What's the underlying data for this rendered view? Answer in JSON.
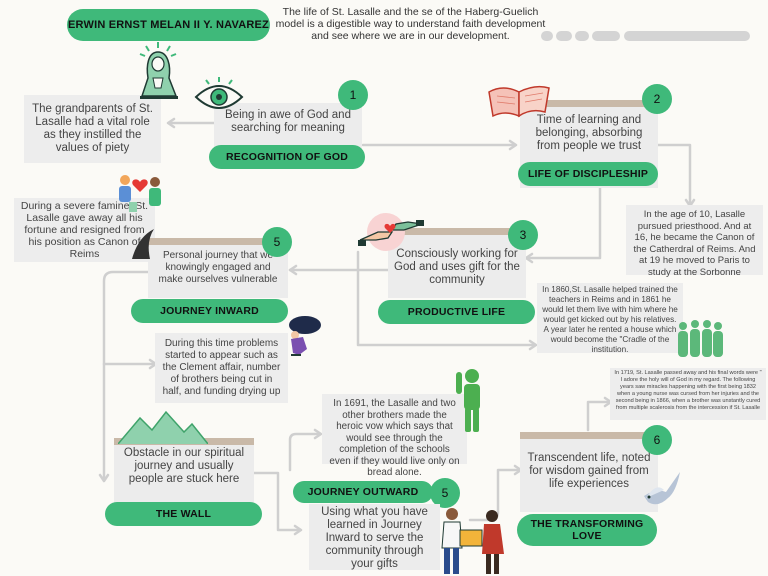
{
  "header": {
    "author": "ERWIN ERNST MELAN II Y. NAVAREZ",
    "description": "The life of St. Lasalle and the se of the Haberg-Guelich model is a digestible way to understand faith development and see where we are in our development."
  },
  "stages": [
    {
      "number": "1",
      "title": "RECOGNITION OF GOD",
      "text": "Being in awe of God and searching for meaning"
    },
    {
      "number": "2",
      "title": "LIFE OF DISCIPLESHIP",
      "text": "Time of learning and belonging, absorbing from people we trust"
    },
    {
      "number": "3",
      "title": "PRODUCTIVE LIFE",
      "text": "Consciously working for God and uses gift for the community"
    },
    {
      "number": "5",
      "title": "JOURNEY INWARD",
      "text": "Personal journey that we knowingly engaged and make ourselves vulnerable"
    },
    {
      "number": "",
      "title": "THE WALL",
      "text": "Obstacle in our spiritual journey and usually people are stuck here"
    },
    {
      "number": "5",
      "title": "JOURNEY OUTWARD",
      "text": "Using what you have learned in Journey Inward to serve the community through your gifts"
    },
    {
      "number": "6",
      "title": "THE TRANSFORMING LOVE",
      "text": "Transcendent life, noted for wisdom gained from life experiences"
    }
  ],
  "notes": {
    "grandparents": "The grandparents of St. Lasalle had a vital role as they instilled the values of piety",
    "age10": "In the age of 10, Lasalle pursued priesthood. And at 16, he became the Canon of the Catherdral of Reims. And at 19 he moved to Paris to study at the Sorbonne",
    "famine": "During a severe famine, St. Lasalle gave away all his fortune and resigned from his position as Canon of Reims",
    "year1860": "In 1860,St. Lasalle helped trained the teachers in Reims and in 1861 he would let them live with him where he would get kicked out by his relatives. A year later he rented a house which would become the \"Cradle of the institution.",
    "problems": "During this time problems started to appear such as the Clement affair, number of brothers being cut in half, and funding drying up",
    "year1691": "In 1691, the Lasalle and two other brothers made the heroic vow which says that  would see through the completion of the schools even if they would live only on bread alone.",
    "year1719": "In 1719, St. Lasalle passed away and his final words were \" I adore the holy will of God in my regard. The following years saw miracles happening with the first being 1832 when a young nurse was cursed from her injuries and the second being in 1866, when a brother was unstantly cured from multiple scalerosis from the intercession if St. Lasalle"
  },
  "icons": [
    "saint-icon",
    "eye-icon",
    "book-icon",
    "family-heart-icon",
    "helping-hands-icon",
    "burden-person-icon",
    "group-people-icon",
    "thinking-man-icon",
    "mountains-icon",
    "dove-icon",
    "helpers-icon",
    "cape-icon"
  ],
  "colors": {
    "accent_green": "#3fb97a",
    "card_grey": "#ececec",
    "card_bar": "#c9b9a8",
    "lines": "#cfcfcf"
  },
  "progress": [
    {
      "id": "p1",
      "fill": 1
    },
    {
      "id": "p2",
      "fill": 1
    },
    {
      "id": "p3",
      "fill": 1
    },
    {
      "id": "p4",
      "fill": 1
    },
    {
      "id": "p5",
      "fill": 1
    },
    {
      "id": "p6",
      "fill": 1
    }
  ]
}
